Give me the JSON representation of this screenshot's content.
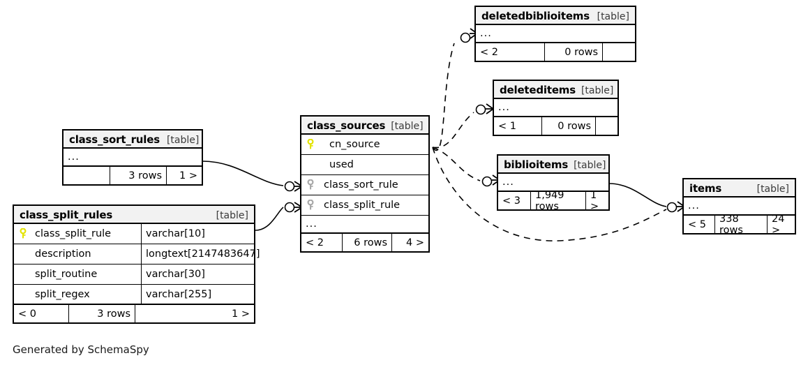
{
  "diagram": {
    "type": "entity-relationship-diagram",
    "generator_credit": "Generated by SchemaSpy",
    "table_type_label": "[table]",
    "ellipsis": "...",
    "colors": {
      "primary_key_icon": "#e3e300",
      "foreign_key_icon": "#a8a8a8",
      "header_background": "#f2f2f2",
      "border": "#000000",
      "background": "#ffffff"
    }
  },
  "tables": [
    {
      "id": "class_sort_rules",
      "name": "class_sort_rules",
      "type": "[table]",
      "columns": [],
      "has_ellipsis_row": true,
      "footer": {
        "left": "",
        "middle": "3 rows",
        "right": "1 >"
      }
    },
    {
      "id": "class_split_rules",
      "name": "class_split_rules",
      "type": "[table]",
      "columns": [
        {
          "key": "primary",
          "name": "class_split_rule",
          "type": "varchar[10]"
        },
        {
          "key": "none",
          "name": "description",
          "type": "longtext[2147483647]"
        },
        {
          "key": "none",
          "name": "split_routine",
          "type": "varchar[30]"
        },
        {
          "key": "none",
          "name": "split_regex",
          "type": "varchar[255]"
        }
      ],
      "has_ellipsis_row": false,
      "footer": {
        "left": "< 0",
        "middle": "3 rows",
        "right": "1 >"
      }
    },
    {
      "id": "class_sources",
      "name": "class_sources",
      "type": "[table]",
      "columns": [
        {
          "key": "primary",
          "name": "cn_source",
          "type": ""
        },
        {
          "key": "none",
          "name": "used",
          "type": ""
        },
        {
          "key": "foreign",
          "name": "class_sort_rule",
          "type": ""
        },
        {
          "key": "foreign",
          "name": "class_split_rule",
          "type": ""
        }
      ],
      "has_ellipsis_row": true,
      "footer": {
        "left": "< 2",
        "middle": "6 rows",
        "right": "4 >"
      }
    },
    {
      "id": "deletedbiblioitems",
      "name": "deletedbiblioitems",
      "type": "[table]",
      "columns": [],
      "has_ellipsis_row": true,
      "footer": {
        "left": "< 2",
        "middle": "0 rows",
        "right": ""
      }
    },
    {
      "id": "deleteditems",
      "name": "deleteditems",
      "type": "[table]",
      "columns": [],
      "has_ellipsis_row": true,
      "footer": {
        "left": "< 1",
        "middle": "0 rows",
        "right": ""
      }
    },
    {
      "id": "biblioitems",
      "name": "biblioitems",
      "type": "[table]",
      "columns": [],
      "has_ellipsis_row": true,
      "footer": {
        "left": "< 3",
        "middle": "1,949 rows",
        "right": "1 >"
      }
    },
    {
      "id": "items",
      "name": "items",
      "type": "[table]",
      "columns": [],
      "has_ellipsis_row": true,
      "footer": {
        "left": "< 5",
        "middle": "338 rows",
        "right": "24 >"
      }
    }
  ],
  "relationships": [
    {
      "from": "class_sort_rules",
      "to": "class_sources",
      "style": "solid"
    },
    {
      "from": "class_split_rules",
      "to": "class_sources",
      "style": "solid"
    },
    {
      "from": "class_sources",
      "to": "deletedbiblioitems",
      "style": "dashed"
    },
    {
      "from": "class_sources",
      "to": "deleteditems",
      "style": "dashed"
    },
    {
      "from": "class_sources",
      "to": "biblioitems",
      "style": "dashed"
    },
    {
      "from": "class_sources",
      "to": "items",
      "style": "dashed"
    },
    {
      "from": "biblioitems",
      "to": "items",
      "style": "solid"
    }
  ]
}
